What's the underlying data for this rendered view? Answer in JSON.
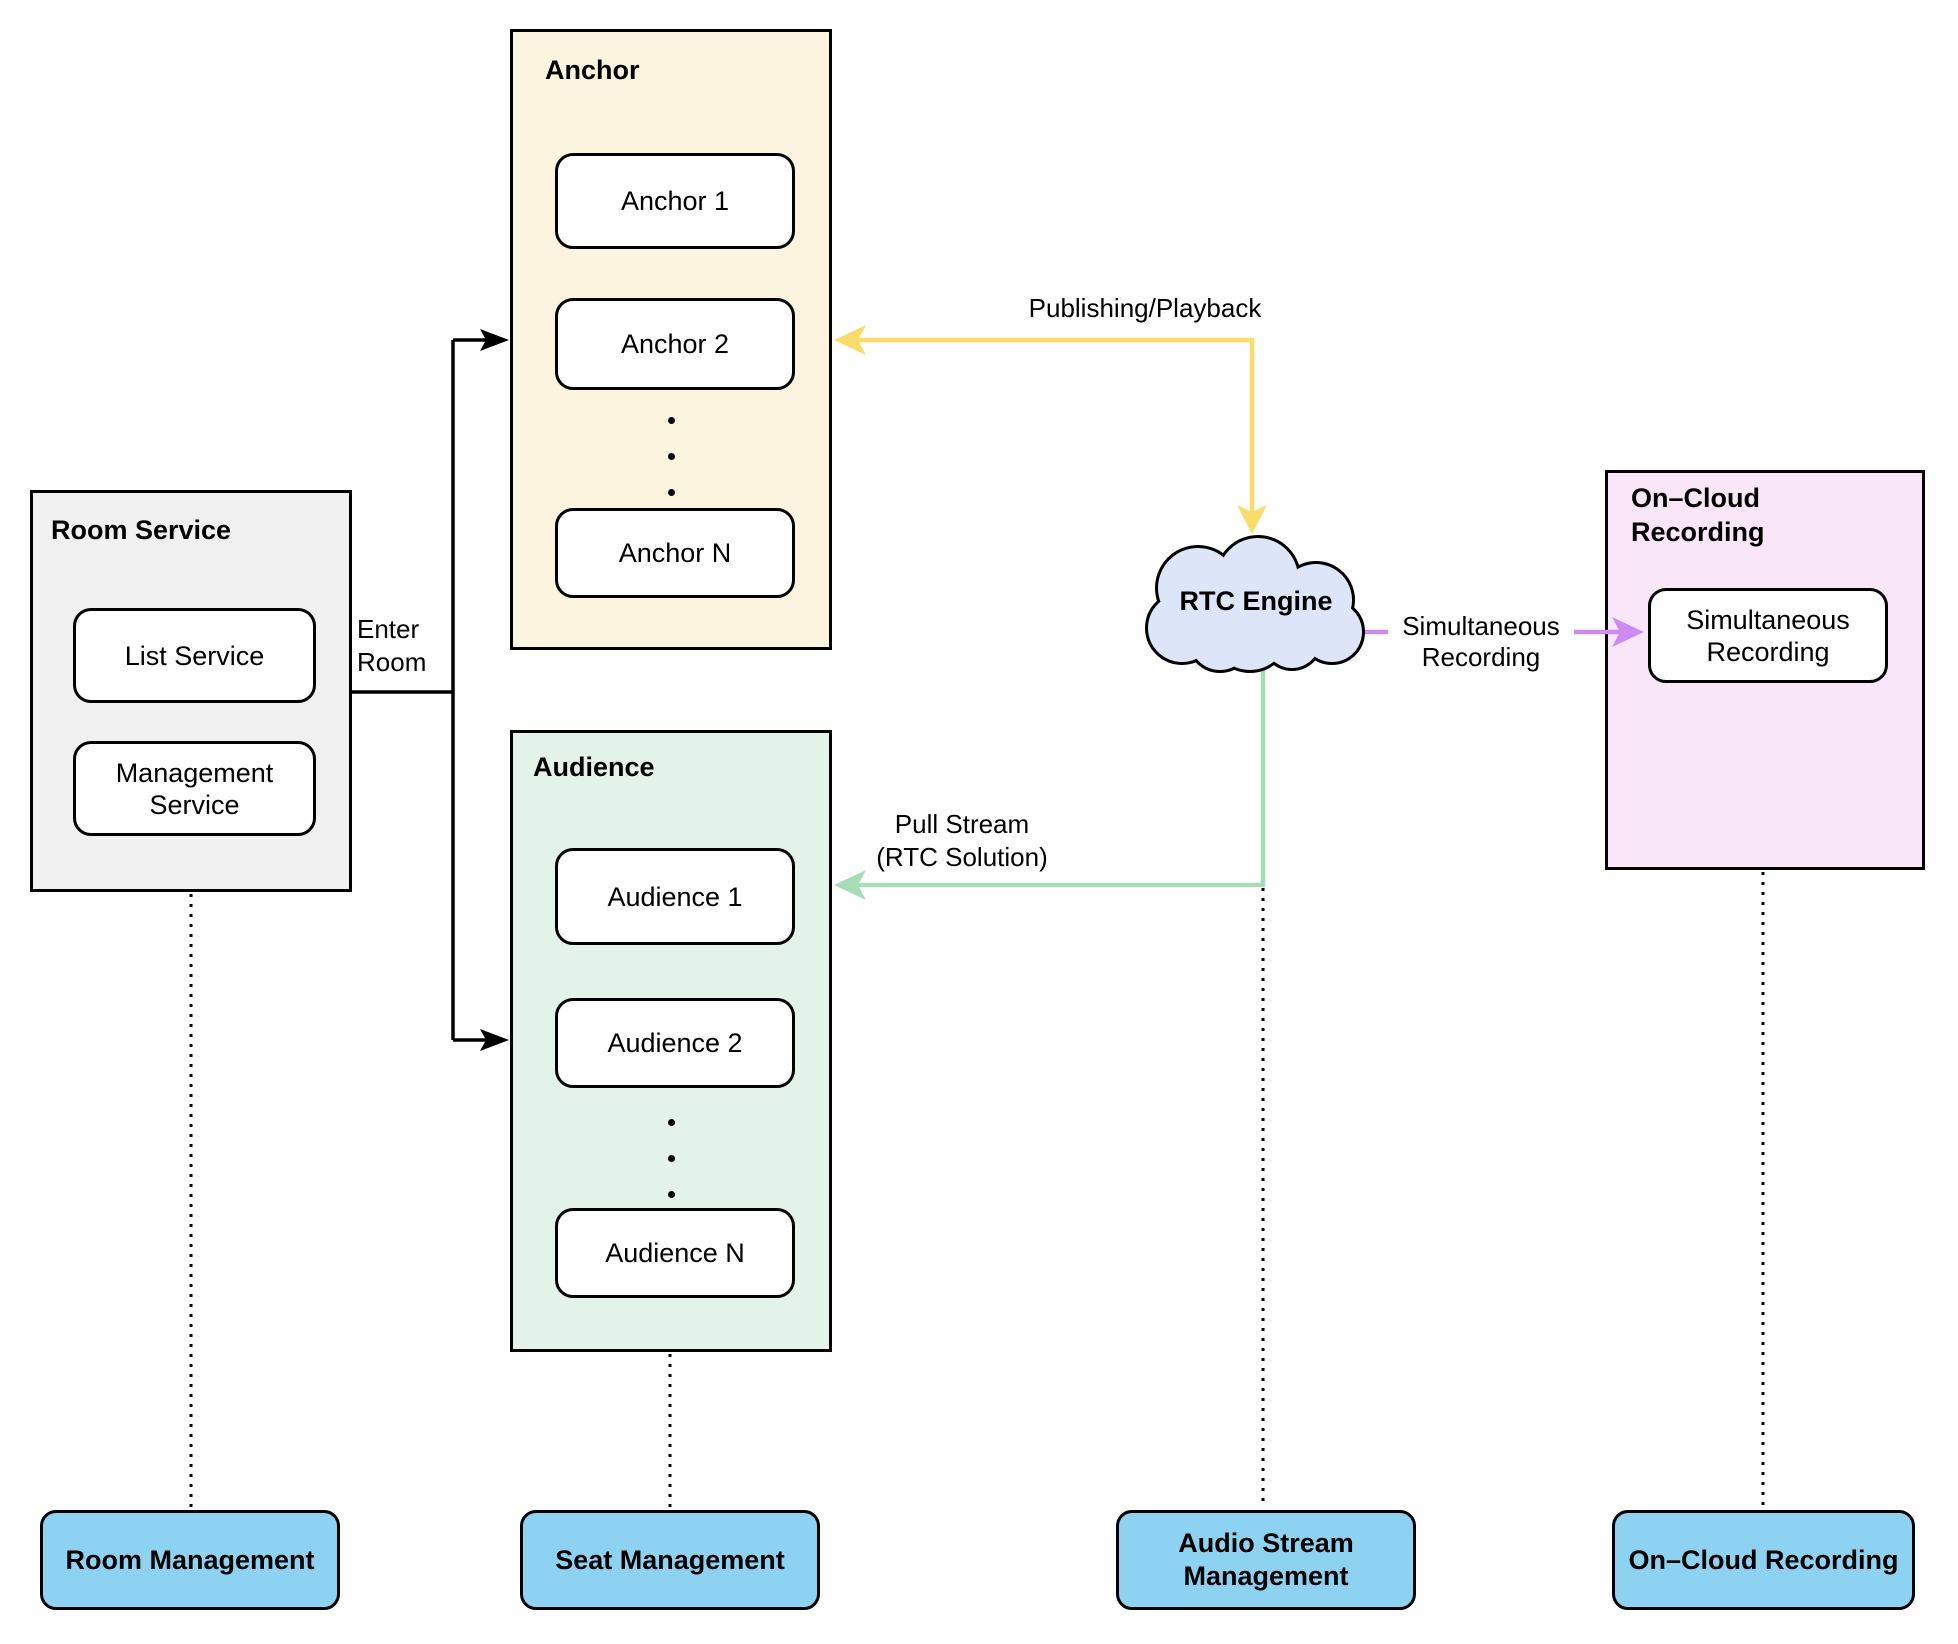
{
  "colors": {
    "room_fill": "#F0F0F0",
    "anchor_fill": "#FCF4DE",
    "audience_fill": "#E3F3E8",
    "recording_fill": "#F9E6F8",
    "cloud_fill": "#DCE6F8",
    "bottom_fill": "#8ED2F2",
    "yellow": "#F9DC6C",
    "green": "#A8DBB8",
    "purple": "#CE8BF0"
  },
  "room_service": {
    "title": "Room Service",
    "list_service": "List Service",
    "management_service": "Management Service"
  },
  "anchor_group": {
    "title": "Anchor",
    "anchor1": "Anchor 1",
    "anchor2": "Anchor 2",
    "anchorN": "Anchor N"
  },
  "audience_group": {
    "title": "Audience",
    "audience1": "Audience 1",
    "audience2": "Audience 2",
    "audienceN": "Audience N"
  },
  "recording_group": {
    "title": "On–Cloud Recording",
    "simultaneous": "Simultaneous Recording"
  },
  "cloud": {
    "label": "RTC Engine"
  },
  "edges": {
    "enter_room": "Enter Room",
    "publishing_playback": "Publishing/Playback",
    "pull_stream_line1": "Pull Stream",
    "pull_stream_line2": "(RTC Solution)",
    "simultaneous_line1": "Simultaneous",
    "simultaneous_line2": "Recording"
  },
  "bottom_row": {
    "room_management": "Room Management",
    "seat_management": "Seat Management",
    "audio_stream_management": "Audio Stream Management",
    "on_cloud_recording": "On–Cloud Recording"
  }
}
